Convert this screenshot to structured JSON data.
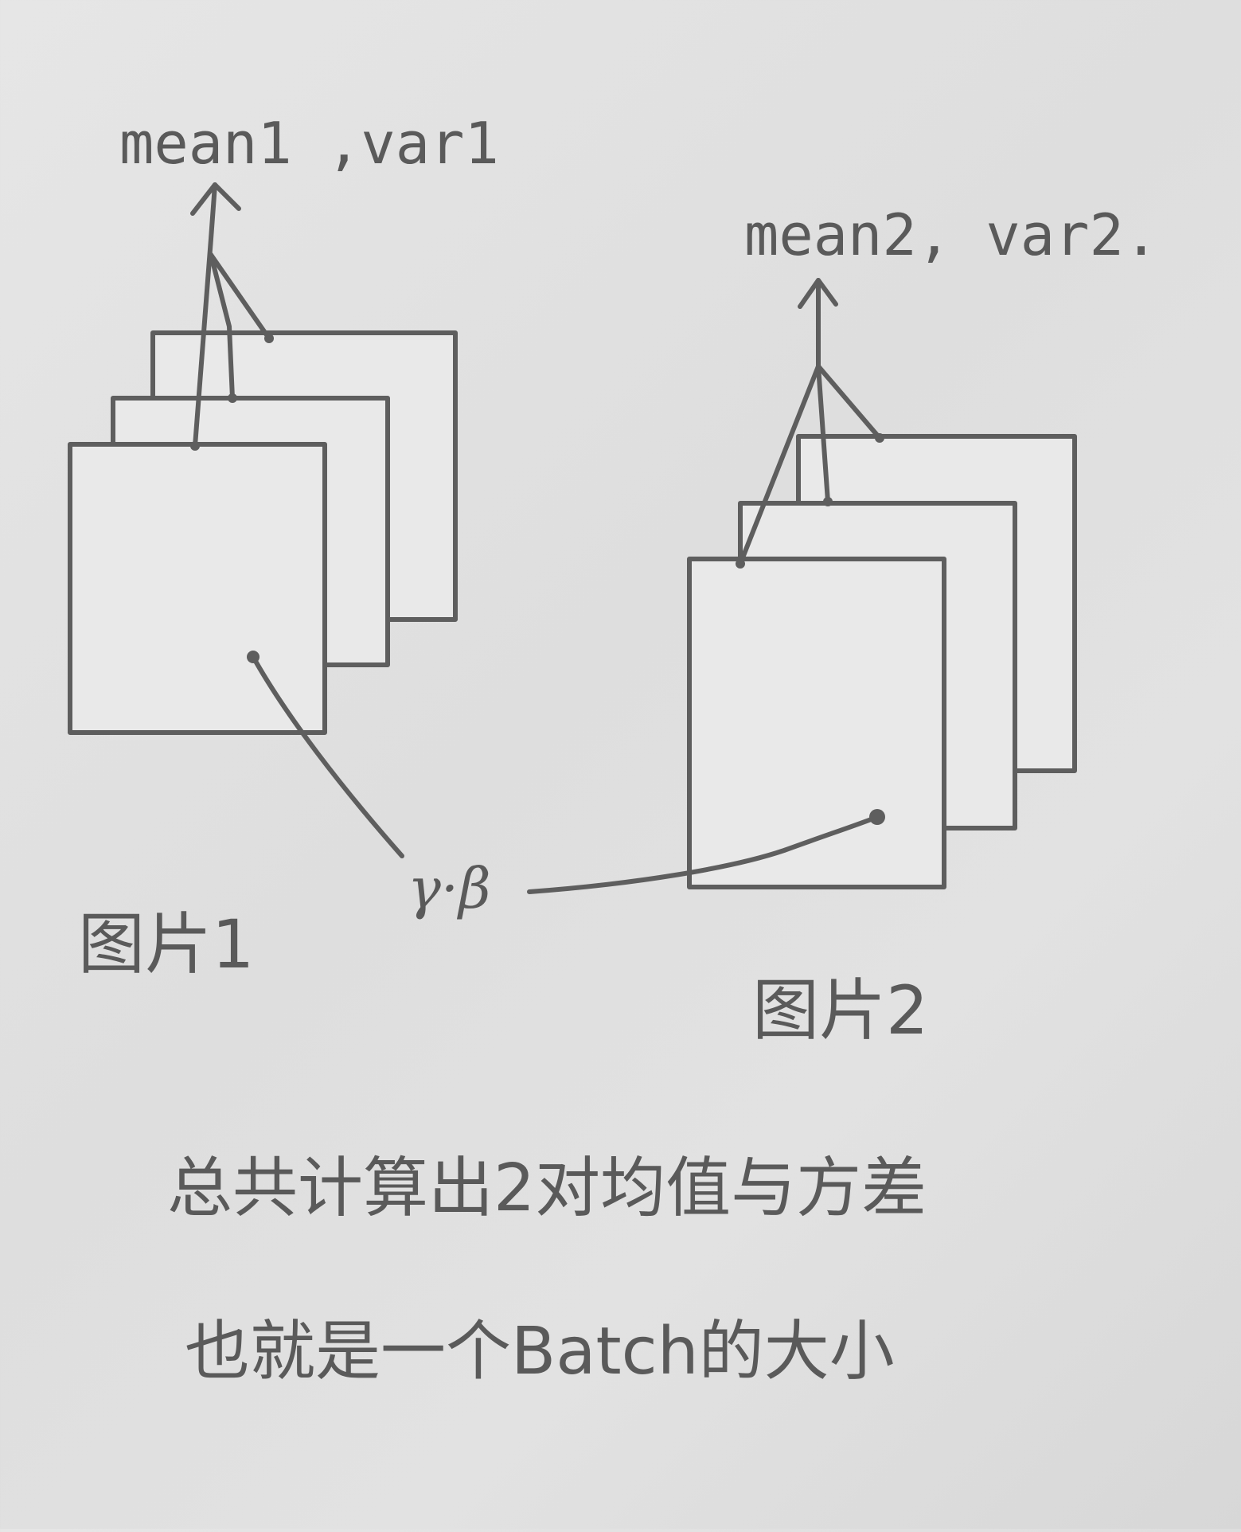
{
  "diagram": {
    "image1": {
      "stats_label": "mean1 ,var1",
      "caption": "图片1"
    },
    "image2": {
      "stats_label": "mean2, var2.",
      "caption": "图片2"
    },
    "shared_params_label": "γ·β",
    "note_line1": "总共计算出2对均值与方差",
    "note_line2": "也就是一个Batch的大小"
  }
}
